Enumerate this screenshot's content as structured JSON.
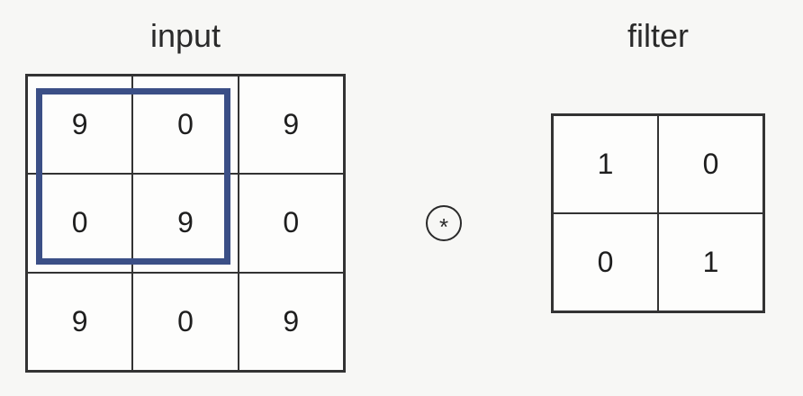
{
  "input": {
    "title": "input",
    "rows": [
      [
        "9",
        "0",
        "9"
      ],
      [
        "0",
        "9",
        "0"
      ],
      [
        "9",
        "0",
        "9"
      ]
    ],
    "highlight": {
      "rows": [
        0,
        1
      ],
      "cols": [
        0,
        1
      ],
      "color": "#3b4f86"
    }
  },
  "operator": {
    "symbol": "*",
    "icon": "circled-asterisk-icon"
  },
  "filter": {
    "title": "filter",
    "rows": [
      [
        "1",
        "0"
      ],
      [
        "0",
        "1"
      ]
    ]
  }
}
